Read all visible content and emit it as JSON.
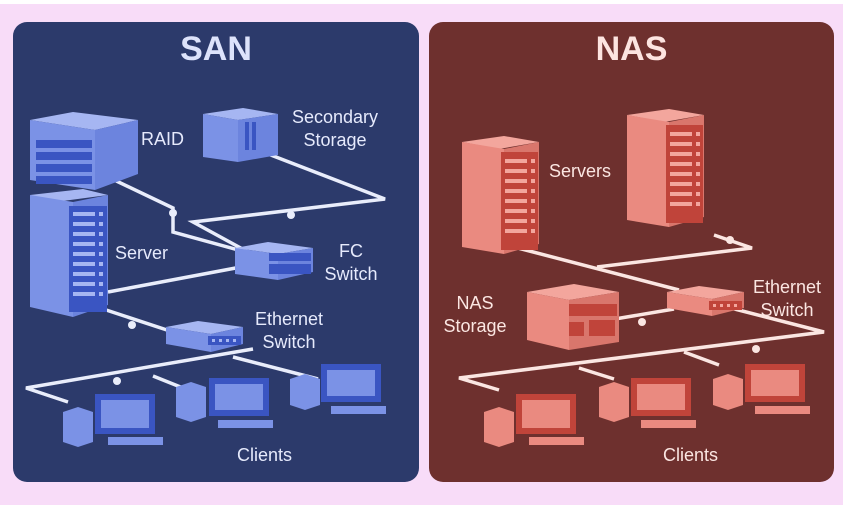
{
  "san": {
    "title": "SAN",
    "labels": {
      "raid": "RAID",
      "secondary_storage_line1": "Secondary",
      "secondary_storage_line2": "Storage",
      "server": "Server",
      "fc_switch_line1": "FC",
      "fc_switch_line2": "Switch",
      "ethernet_switch_line1": "Ethernet",
      "ethernet_switch_line2": "Switch",
      "clients": "Clients"
    },
    "colors": {
      "panel": "#2c3a6b",
      "device": "#7b92e6",
      "accent": "#3a55c2",
      "cable": "#e9edfb"
    }
  },
  "nas": {
    "title": "NAS",
    "labels": {
      "servers": "Servers",
      "nas_storage_line1": "NAS",
      "nas_storage_line2": "Storage",
      "ethernet_switch_line1": "Ethernet",
      "ethernet_switch_line2": "Switch",
      "clients": "Clients"
    },
    "colors": {
      "panel": "#6e302e",
      "device": "#ea8a80",
      "accent": "#c0443a",
      "cable": "#fbe6e2"
    }
  },
  "background": "#f8dcf8"
}
